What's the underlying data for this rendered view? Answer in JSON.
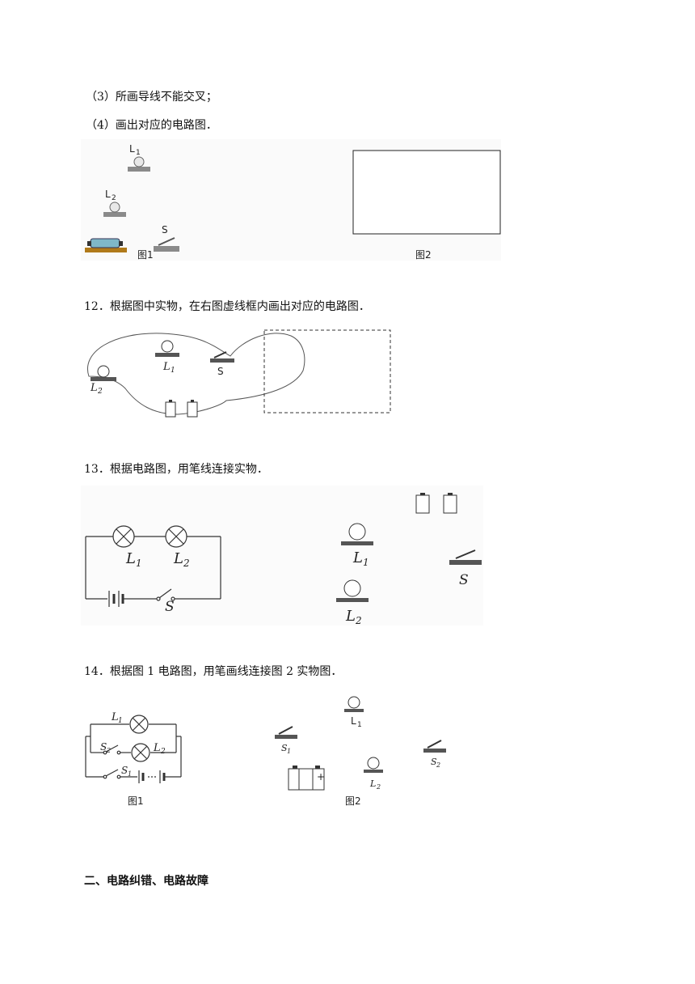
{
  "lines": {
    "l3": "（3）所画导线不能交叉；",
    "l4": "（4）画出对应的电路图．",
    "q12": "12．根据图中实物，在右图虚线框内画出对应的电路图．",
    "q13": "13．根据电路图，用笔线连接实物．",
    "q14": "14．根据图 1 电路图，用笔画线连接图 2 实物图．",
    "section2": "二、电路纠错、电路故障"
  },
  "fig_top": {
    "left_caption": "图1",
    "right_caption": "图2",
    "lamp1": {
      "main": "L",
      "sub": "1"
    },
    "lamp2": {
      "main": "L",
      "sub": "2"
    },
    "switch": "S"
  },
  "fig12": {
    "lamp1": {
      "main": "L",
      "sub": "1"
    },
    "lamp2": {
      "main": "L",
      "sub": "2"
    },
    "switch": "S"
  },
  "fig13": {
    "lamp1": {
      "main": "L",
      "sub": "1"
    },
    "lamp2": {
      "main": "L",
      "sub": "2"
    },
    "switch": "S",
    "real_lamp1": {
      "main": "L",
      "sub": "1"
    },
    "real_lamp2": {
      "main": "L",
      "sub": "2"
    },
    "real_switch": "S"
  },
  "fig14": {
    "left_caption": "图1",
    "right_caption": "图2",
    "lamp1": {
      "main": "L",
      "sub": "1"
    },
    "lamp2": {
      "main": "L",
      "sub": "2"
    },
    "switch1": {
      "main": "S",
      "sub": "1"
    },
    "switch2": {
      "main": "S",
      "sub": "2"
    },
    "real_lamp1": {
      "main": "L",
      "sub": "1"
    },
    "real_lamp2": {
      "main": "L",
      "sub": "2"
    },
    "real_switch1": {
      "main": "S",
      "sub": "1"
    },
    "real_switch2": {
      "main": "S",
      "sub": "2"
    },
    "battery_plus": "+"
  }
}
